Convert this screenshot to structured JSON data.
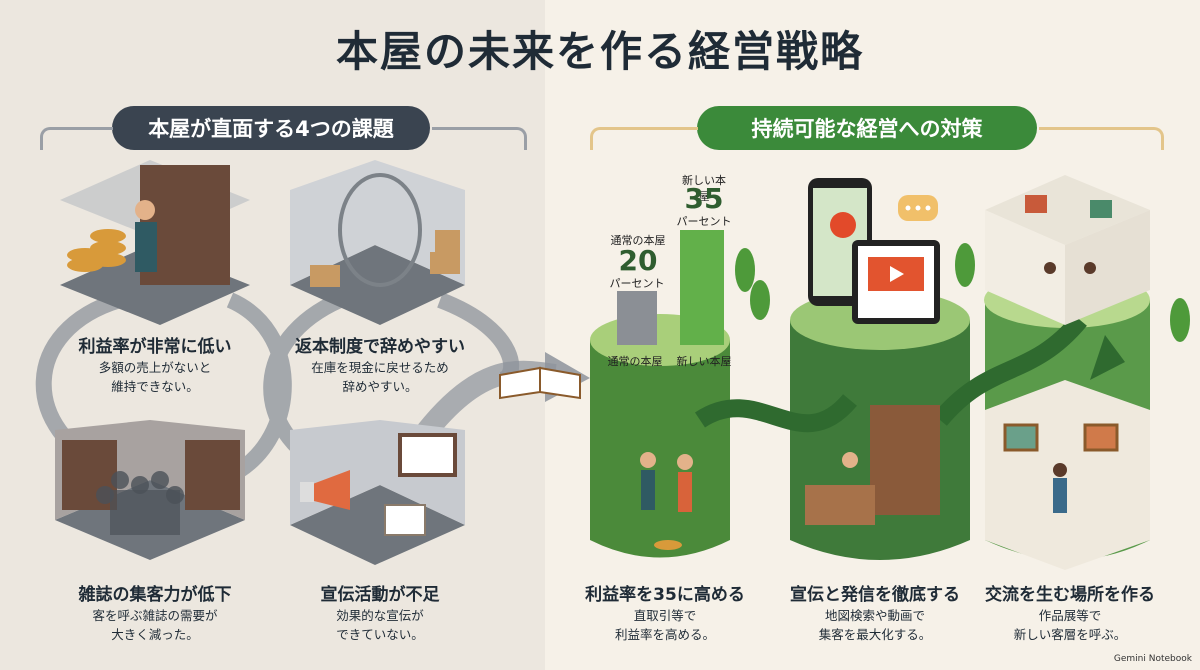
{
  "title": "本屋の未来を作る経営戦略",
  "left_header": "本屋が直面する4つの課題",
  "right_header": "持続可能な経営への対策",
  "challenges": [
    {
      "heading": "利益率が非常に低い",
      "line1": "多額の売上がないと",
      "line2": "維持できない。"
    },
    {
      "heading": "返本制度で辞めやすい",
      "line1": "在庫を現金に戻せるため",
      "line2": "辞めやすい。"
    },
    {
      "heading": "雑誌の集客力が低下",
      "line1": "客を呼ぶ雑誌の需要が",
      "line2": "大きく減った。"
    },
    {
      "heading": "宣伝活動が不足",
      "line1": "効果的な宣伝が",
      "line2": "できていない。"
    }
  ],
  "chart": {
    "left_top": "通常の本屋",
    "left_value": "20",
    "left_unit": "パーセント",
    "right_top": "新しい本屋",
    "right_value": "35",
    "right_unit": "パーセント",
    "left_axis": "通常の本屋",
    "right_axis": "新しい本屋"
  },
  "chart_data": {
    "type": "bar",
    "categories": [
      "通常の本屋",
      "新しい本屋"
    ],
    "values": [
      20,
      35
    ],
    "ylabel": "パーセント"
  },
  "strategies": [
    {
      "heading": "利益率を35に高める",
      "line1": "直取引等で",
      "line2": "利益率を高める。"
    },
    {
      "heading": "宣伝と発信を徹底する",
      "line1": "地図検索や動画で",
      "line2": "集客を最大化する。"
    },
    {
      "heading": "交流を生む場所を作る",
      "line1": "作品展等で",
      "line2": "新しい客層を呼ぶ。"
    }
  ],
  "footer": "Gemini Notebook",
  "colors": {
    "dark": "#3a4450",
    "green": "#3b8a3a",
    "accent": "#e3c58a"
  }
}
